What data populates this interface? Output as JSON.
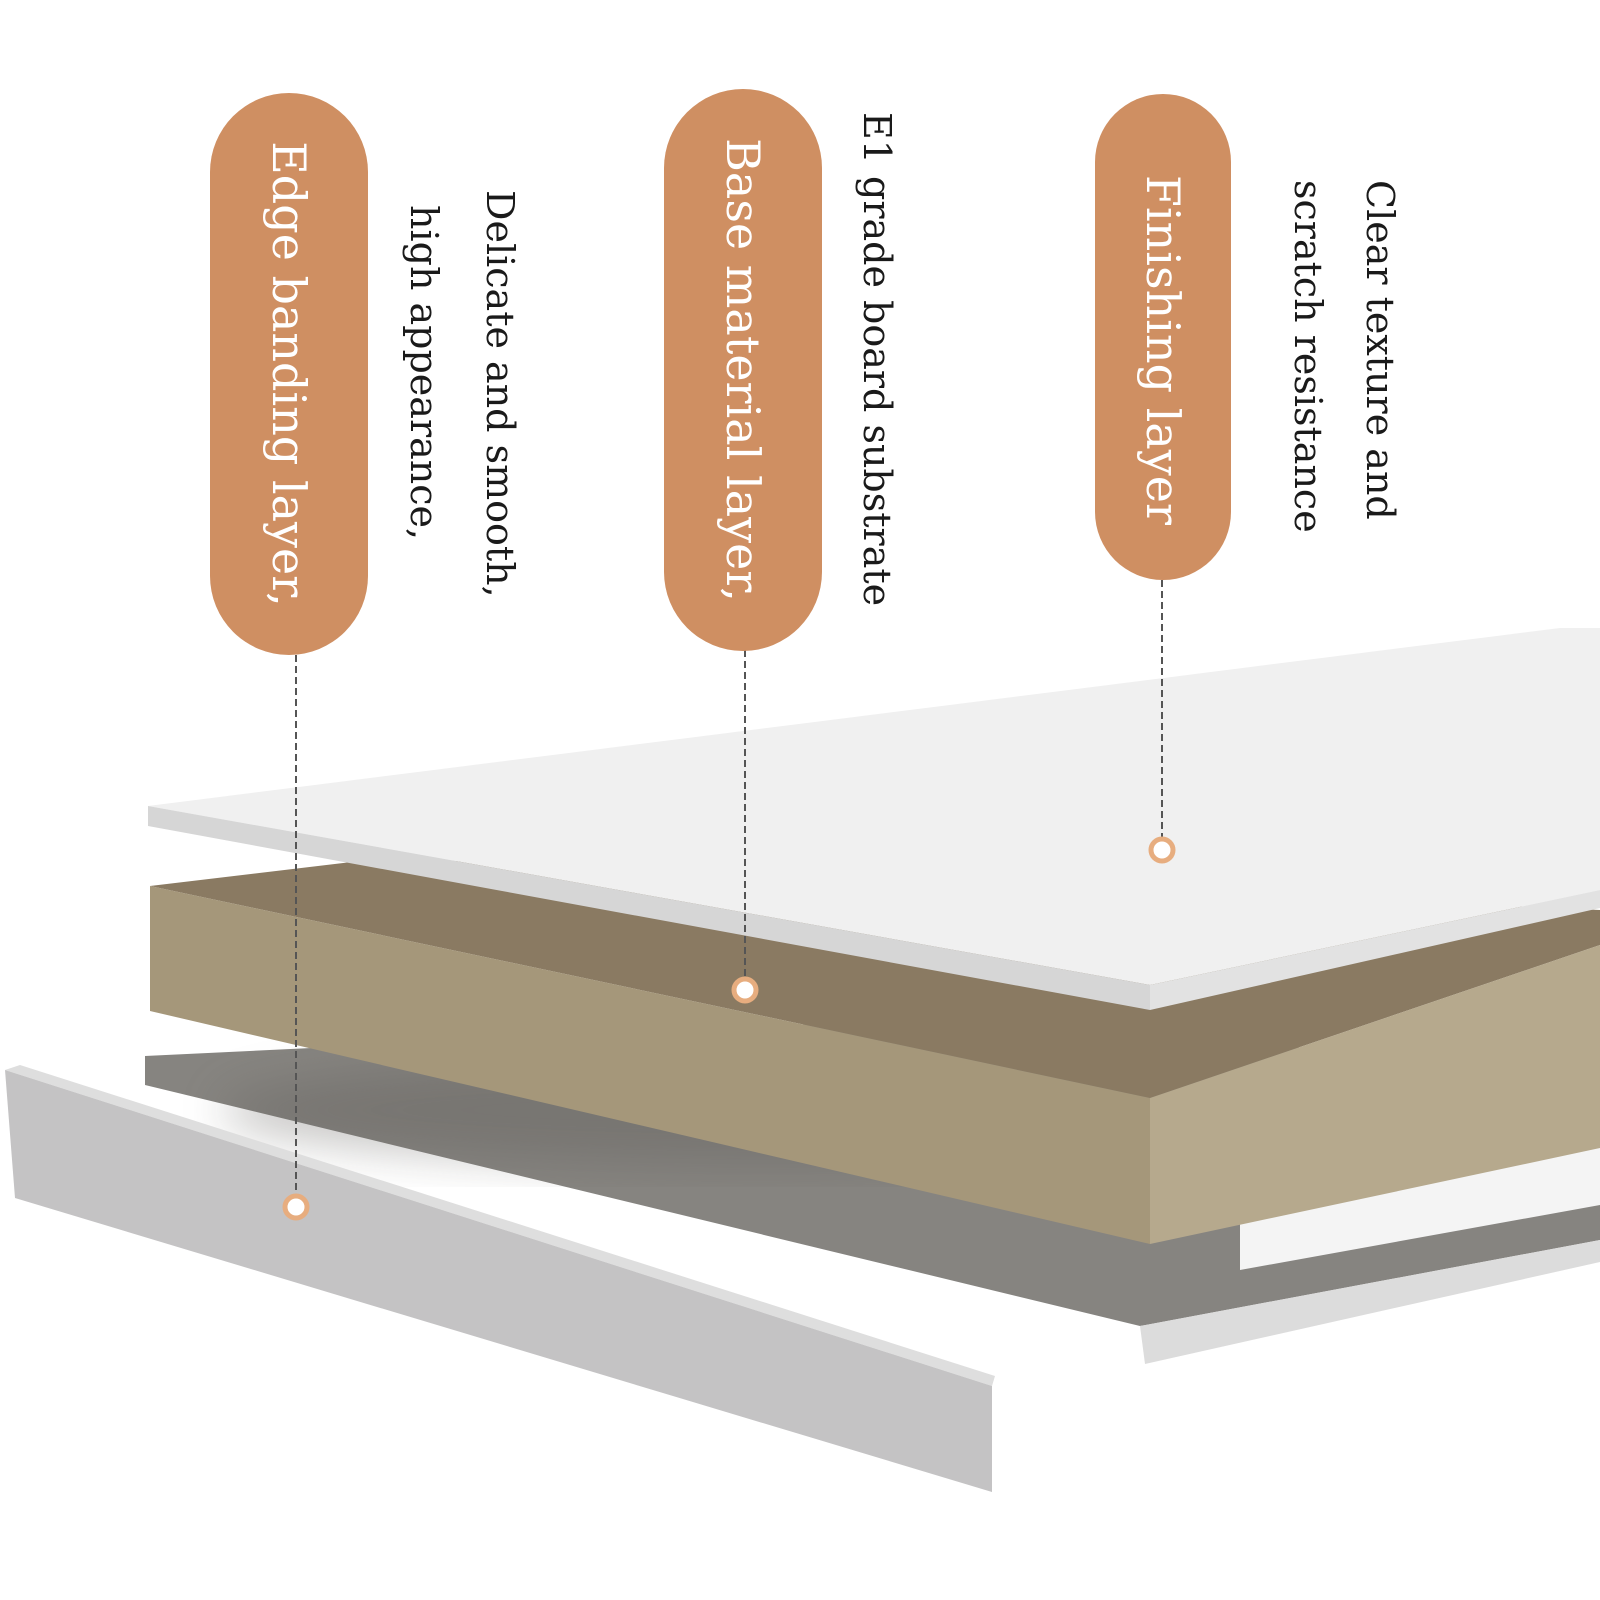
{
  "colors": {
    "pill": "#cf8f62",
    "leader": "#555555",
    "marker_ring": "#e7ad7f",
    "top_panel": "#f0f0f0",
    "top_panel_edge": "#d6d6d6",
    "core_top": "#8a7a62",
    "core_front": "#a5977a",
    "core_side": "#b6a98d",
    "bottom_panel": "#868480",
    "bottom_panel_edge": "#dcdcdc",
    "edge_strip": "#c4c3c4",
    "edge_strip_top": "#dedede"
  },
  "callouts": [
    {
      "id": "edge-banding",
      "label": "Edge banding layer,",
      "description": [
        "Delicate and smooth,",
        "high appearance,"
      ]
    },
    {
      "id": "base-material",
      "label": "Base material layer,",
      "description": [
        "E1 grade board substrate"
      ]
    },
    {
      "id": "finishing",
      "label": "Finishing layer",
      "description": [
        "Clear texture and",
        "scratch resistance"
      ]
    }
  ]
}
